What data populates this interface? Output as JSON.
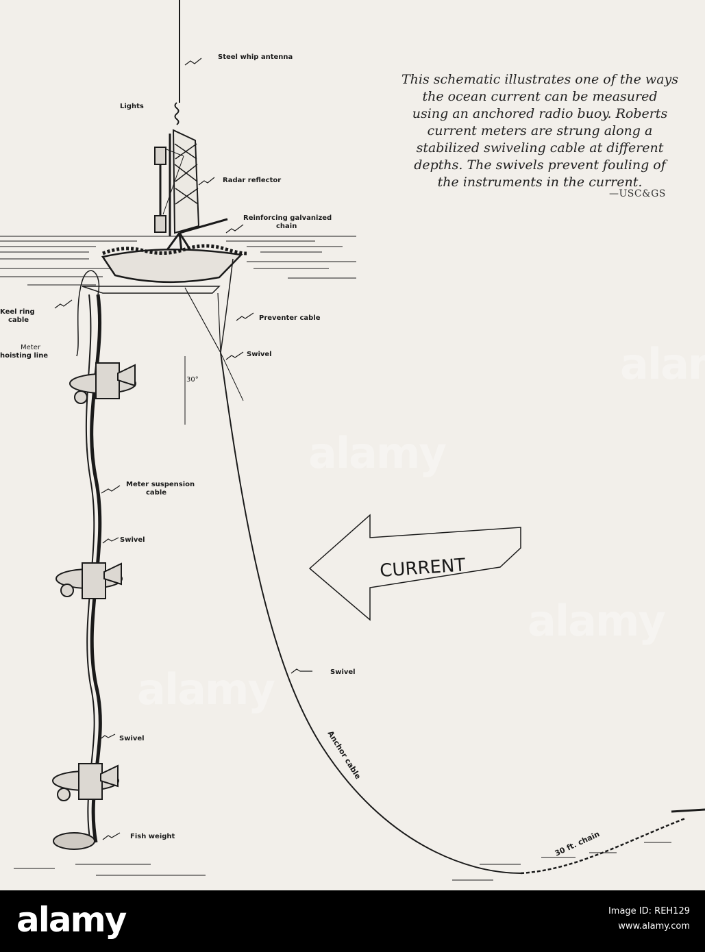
{
  "diagram": {
    "labels": {
      "antenna": "Steel whip antenna",
      "lights": "Lights",
      "radar": "Radar reflector",
      "chain_line1": "Reinforcing galvanized",
      "chain_line2": "chain",
      "keel_line1": "Keel ring",
      "keel_line2": "cable",
      "hoist_line1": "Meter",
      "hoist_line2": "hoisting line",
      "preventer": "Preventer cable",
      "swivel": "Swivel",
      "angle": "30°",
      "suspension_line1": "Meter suspension",
      "suspension_line2": "cable",
      "current": "CURRENT",
      "anchor_cable": "Anchor cable",
      "fish_weight": "Fish weight",
      "chain30": "30 ft. chain"
    },
    "caption": "This schematic illustrates one of the ways\nthe ocean current can be measured\nusing an anchored radio buoy. Roberts\ncurrent meters are strung along a\nstabilized swiveling cable at different\ndepths. The swivels prevent fouling of\nthe instruments in the current.",
    "credit": "—USC&GS"
  },
  "watermark": "alamy",
  "footer": {
    "logo": "alamy",
    "image_id_label": "Image ID: REH129",
    "site": "www.alamy.com"
  }
}
